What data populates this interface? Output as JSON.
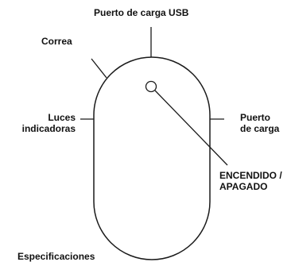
{
  "diagram": {
    "labels": {
      "usb_port": "Puerto de carga USB",
      "strap": "Correa",
      "indicator_lights": [
        "Luces",
        "indicadoras"
      ],
      "charge_port": [
        "Puerto",
        "de carga"
      ],
      "power": [
        "ENCENDIDO /",
        "APAGADO"
      ],
      "specs": "Especificaciones"
    },
    "colors": {
      "stroke": "#1a1a1a",
      "text": "#111111",
      "background": "#ffffff"
    }
  }
}
